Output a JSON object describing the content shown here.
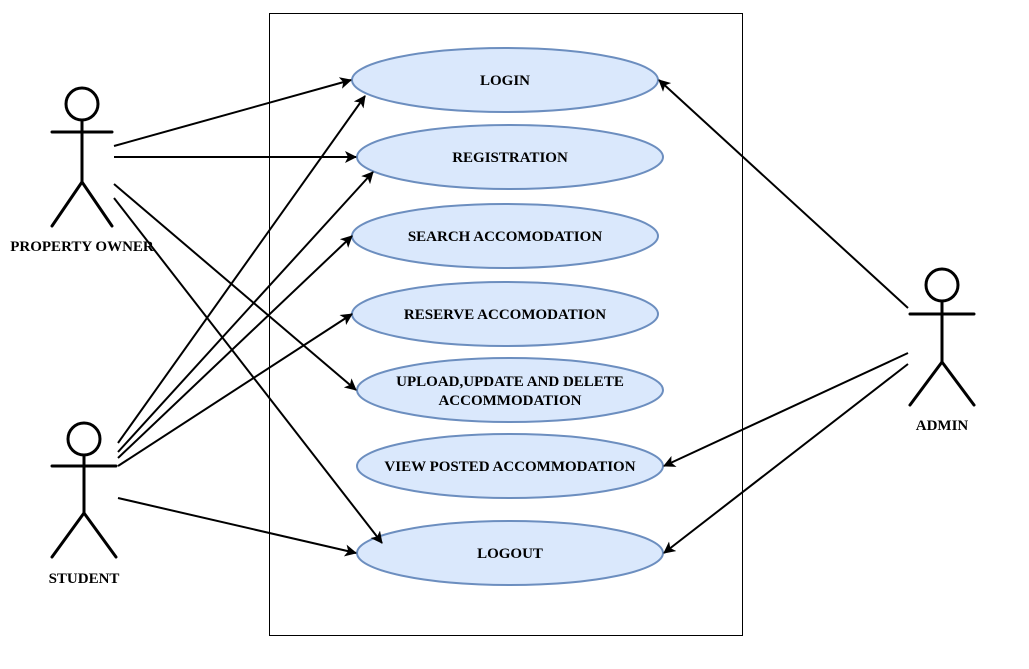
{
  "colors": {
    "usecase_fill": "#dae8fc",
    "usecase_stroke": "#6c8ebf",
    "line": "#000000",
    "boundary": "#000000"
  },
  "actors": {
    "property_owner": {
      "label": "PROPERTY OWNER",
      "icon": "stick-figure-icon"
    },
    "student": {
      "label": "STUDENT",
      "icon": "stick-figure-icon"
    },
    "admin": {
      "label": "ADMIN",
      "icon": "stick-figure-icon"
    }
  },
  "use_cases": {
    "login": {
      "label": "LOGIN"
    },
    "registration": {
      "label": "REGISTRATION"
    },
    "search": {
      "label": "SEARCH ACCOMODATION"
    },
    "reserve": {
      "label": "RESERVE ACCOMODATION"
    },
    "upload": {
      "line1": "UPLOAD,UPDATE AND DELETE",
      "line2": "ACCOMMODATION"
    },
    "view": {
      "label": "VIEW POSTED ACCOMMODATION"
    },
    "logout": {
      "label": "LOGOUT"
    }
  }
}
